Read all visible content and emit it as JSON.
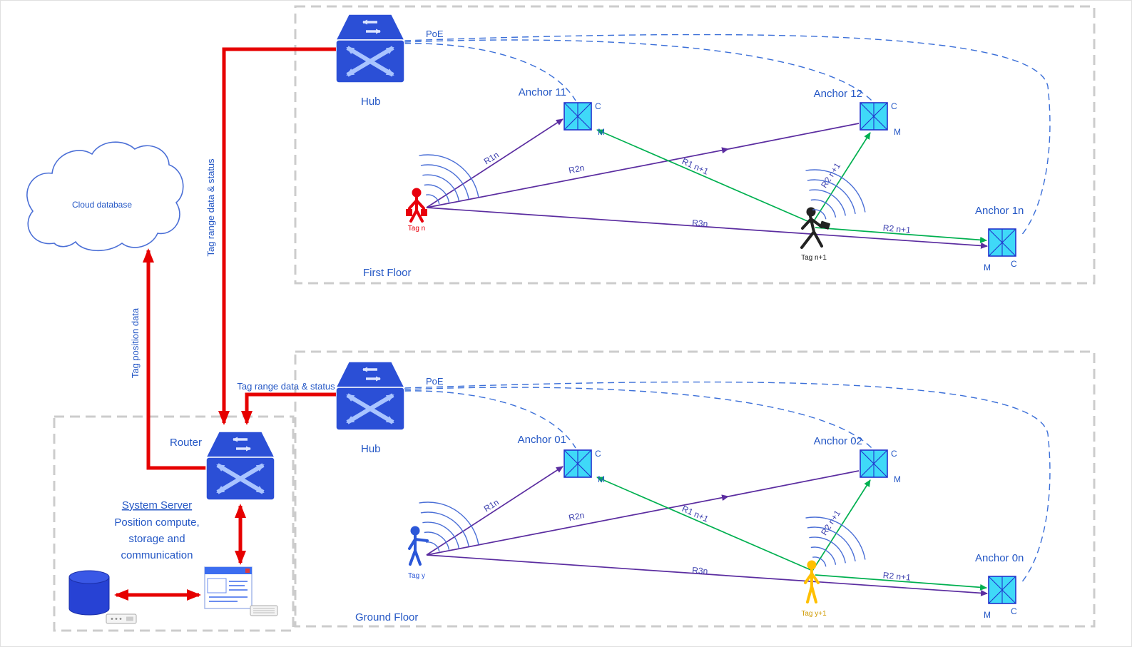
{
  "cloud": {
    "label": "Cloud database"
  },
  "router": {
    "label": "Router"
  },
  "server": {
    "title": "System Server",
    "desc1": "Position compute,",
    "desc2": "storage and",
    "desc3": "communication"
  },
  "flows": {
    "tag_position": "Tag position data",
    "tag_range_first": "Tag range data & status",
    "tag_range_ground": "Tag range data & status"
  },
  "ports": {
    "c": "C",
    "m": "M"
  },
  "first_floor": {
    "label": "First Floor",
    "hub_label": "Hub",
    "poe_label": "PoE",
    "anchors": [
      {
        "label": "Anchor 11"
      },
      {
        "label": "Anchor 12"
      },
      {
        "label": "Anchor 1n"
      }
    ],
    "tags": [
      {
        "label": "Tag n"
      },
      {
        "label": "Tag n+1"
      }
    ],
    "ranges": {
      "r1": "R1n",
      "r2": "R2n",
      "r3": "R3n",
      "g1": "R1 n+1",
      "g2": "R2 n+1",
      "g3": "R2 n+1"
    }
  },
  "ground_floor": {
    "label": "Ground Floor",
    "hub_label": "Hub",
    "poe_label": "PoE",
    "anchors": [
      {
        "label": "Anchor 01"
      },
      {
        "label": "Anchor 02"
      },
      {
        "label": "Anchor 0n"
      }
    ],
    "tags": [
      {
        "label": "Tag y"
      },
      {
        "label": "Tag y+1"
      }
    ],
    "ranges": {
      "r1": "R1n",
      "r2": "R2n",
      "r3": "R3n",
      "g1": "R1 n+1",
      "g2": "R2 n+1",
      "g3": "R2 n+1"
    }
  },
  "colors": {
    "flow_red": "#e60000",
    "range_purple": "#5b2da0",
    "range_green": "#00b050",
    "device_blue": "#2b4fd6",
    "anchor_cyan": "#3fd9f8",
    "label_blue": "#2457c5"
  }
}
